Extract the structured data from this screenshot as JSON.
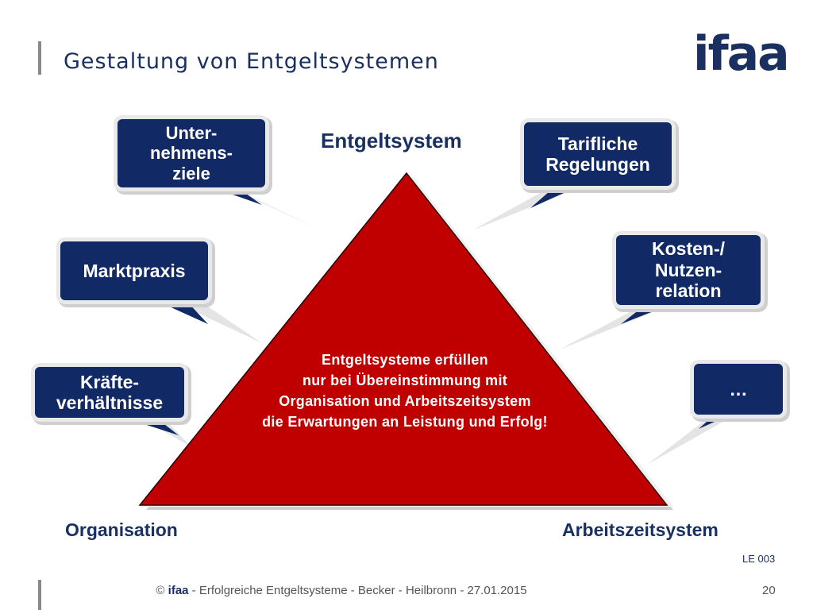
{
  "header": {
    "title": "Gestaltung von Entgeltsystemen",
    "logo": "ifaa"
  },
  "diagram": {
    "apex_label": "Entgeltsystem",
    "base_left_label": "Organisation",
    "base_right_label": "Arbeitszeitsystem",
    "center_text": "Entgeltsysteme erfüllen\nnur bei Übereinstimmung mit\nOrganisation und Arbeitszeitsystem\ndie Erwartungen an Leistung und Erfolg!",
    "bubbles": {
      "unternehmensziele": "Unter-\nnehmens-\nziele",
      "tarifliche_regelungen": "Tarifliche\nRegelungen",
      "marktpraxis": "Marktpraxis",
      "kosten_nutzen": "Kosten-/\nNutzen-\nrelation",
      "kraefteverhaeltnisse": "Kräfte-\nverhältnisse",
      "ellipsis": "…"
    }
  },
  "colors": {
    "triangle": "#c00000",
    "bubble": "#112a66",
    "text_navy": "#1a3060"
  },
  "footer": {
    "copyright": "© ",
    "brand": "ifaa",
    "text": " - Erfolgreiche Entgeltsysteme - Becker - Heilbronn - 27.01.2015",
    "page": "20",
    "slide_code": "LE 003"
  }
}
